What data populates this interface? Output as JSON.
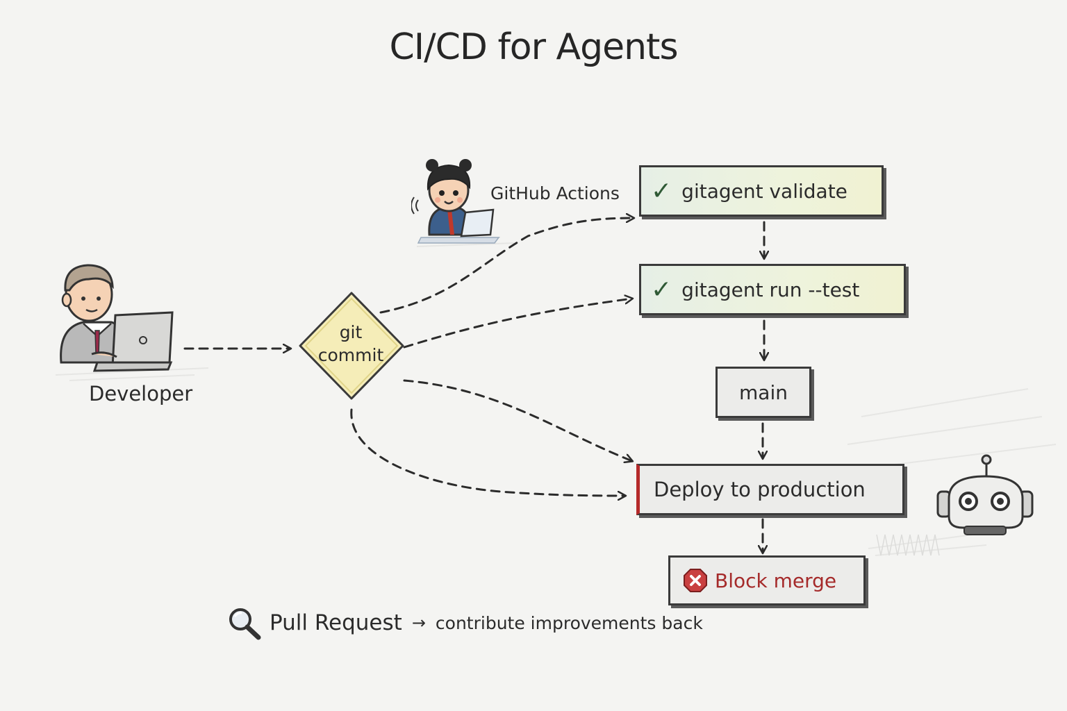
{
  "title": "CI/CD for Agents",
  "actors": {
    "developer": "Developer",
    "github_actions": "GitHub Actions"
  },
  "commit": {
    "line1": "git",
    "line2": "commit"
  },
  "steps": {
    "validate": "gitagent validate",
    "run_test": "gitagent run --test",
    "main": "main",
    "deploy": "Deploy to production",
    "block": "Block merge"
  },
  "footer": {
    "pull_request": "Pull Request",
    "arrow": "→",
    "contribute": "contribute improvements back"
  },
  "icons": {
    "check": "check-icon",
    "error": "x-circle-icon",
    "search": "magnifier-icon",
    "robot": "robot-icon",
    "laptop": "laptop-icon"
  },
  "colors": {
    "accent_green": "#2f5a35",
    "commit_yellow": "#f3ecb0",
    "block_red": "#a52a2a",
    "deploy_bar": "#b52a2a"
  }
}
